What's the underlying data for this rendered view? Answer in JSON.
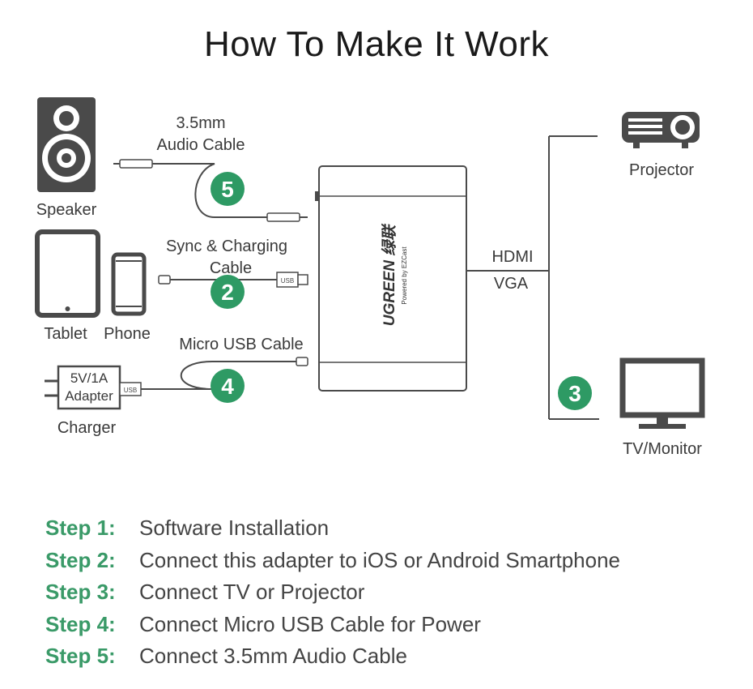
{
  "title": "How To Make It Work",
  "colors": {
    "accent_green": "#3a9a68",
    "badge_green": "#2e9a64",
    "device": "#4a4a4a"
  },
  "devices": {
    "speaker": "Speaker",
    "tablet": "Tablet",
    "phone": "Phone",
    "charger": "Charger",
    "charger_rating_1": "5V/1A",
    "charger_rating_2": "Adapter",
    "projector": "Projector",
    "tv": "TV/Monitor"
  },
  "cables": {
    "audio_1": "3.5mm",
    "audio_2": "Audio Cable",
    "sync_1": "Sync & Charging",
    "sync_2": "Cable",
    "micro_usb": "Micro USB Cable",
    "usb_tag": "USB",
    "hdmi": "HDMI",
    "vga": "VGA"
  },
  "adapter": {
    "brand": "UGREEN 绿联",
    "powered_by": "Powered by EZCast"
  },
  "badges": [
    "5",
    "2",
    "4",
    "3"
  ],
  "steps": [
    {
      "label": "Step 1:",
      "text": "Software Installation"
    },
    {
      "label": "Step 2:",
      "text": "Connect this adapter to iOS or Android Smartphone"
    },
    {
      "label": "Step 3:",
      "text": "Connect TV or Projector"
    },
    {
      "label": "Step 4:",
      "text": "Connect Micro USB Cable for Power"
    },
    {
      "label": "Step 5:",
      "text": "Connect 3.5mm Audio Cable"
    }
  ]
}
